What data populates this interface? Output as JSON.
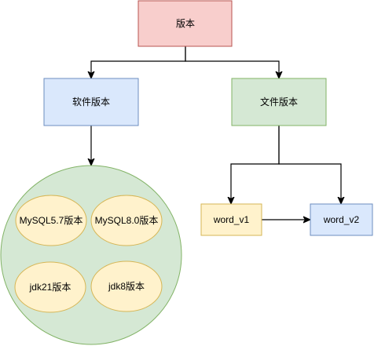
{
  "nodes": {
    "root": {
      "label": "版本",
      "fill": "#f8cecc",
      "stroke": "#b85450"
    },
    "software": {
      "label": "软件版本",
      "fill": "#dae8fc",
      "stroke": "#6c8ebf"
    },
    "file": {
      "label": "文件版本",
      "fill": "#d5e8d4",
      "stroke": "#82b366"
    },
    "word_v1": {
      "label": "word_v1",
      "fill": "#fff2cc",
      "stroke": "#d6b656"
    },
    "word_v2": {
      "label": "word_v2",
      "fill": "#dae8fc",
      "stroke": "#6c8ebf"
    },
    "software_group": {
      "label": "",
      "fill": "#d5e8d4",
      "stroke": "#82b366"
    },
    "mysql57": {
      "label": "MySQL5.7版本",
      "fill": "#fff2cc",
      "stroke": "#d6b656"
    },
    "mysql80": {
      "label": "MySQL8.0版本",
      "fill": "#fff2cc",
      "stroke": "#d6b656"
    },
    "jdk21": {
      "label": "jdk21版本",
      "fill": "#fff2cc",
      "stroke": "#d6b656"
    },
    "jdk8": {
      "label": "jdk8版本",
      "fill": "#fff2cc",
      "stroke": "#d6b656"
    }
  },
  "edge_color": "#000000"
}
